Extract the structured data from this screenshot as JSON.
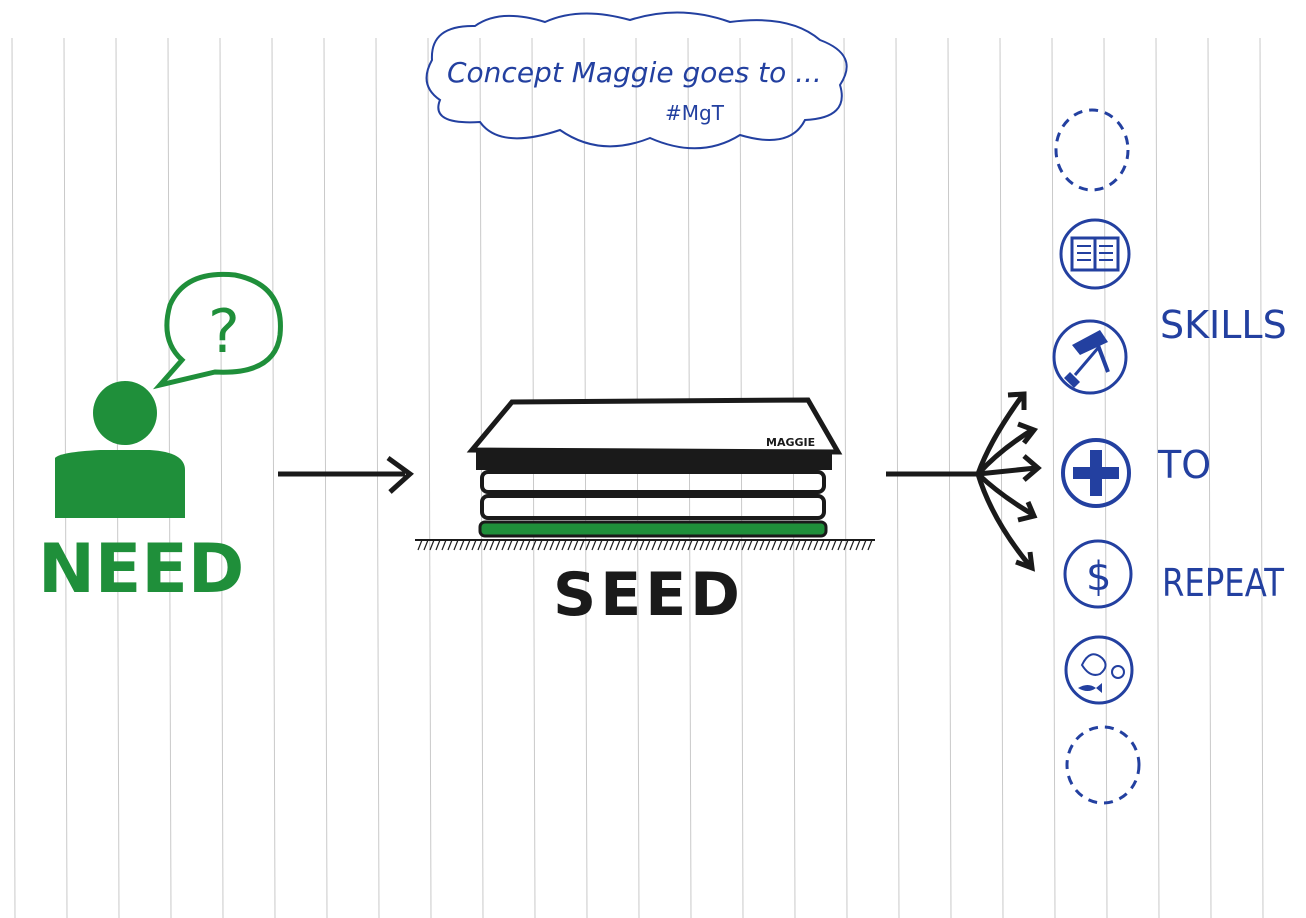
{
  "title": {
    "line1": "Concept Maggie goes to ...",
    "line2": "#MgT"
  },
  "need": {
    "label": "NEED",
    "bubble_text": "?"
  },
  "seed": {
    "label": "SEED",
    "roof_text": "MAGGIE"
  },
  "right_labels": {
    "skills": "SKILLS",
    "to": "TO",
    "repeat": "REPEAT"
  },
  "icons": {
    "placeholder_top": "dashed-circle-icon",
    "book": "book-icon",
    "tools": "hammer-shovel-icon",
    "plus": "plus-icon",
    "dollar_text": "$",
    "animals": "bird-fish-icon",
    "placeholder_bottom": "dashed-circle-icon"
  },
  "colors": {
    "green": "#1f8f3a",
    "blue": "#2340a0",
    "black": "#1a1a1a",
    "paper_line": "#c9c9c9"
  }
}
